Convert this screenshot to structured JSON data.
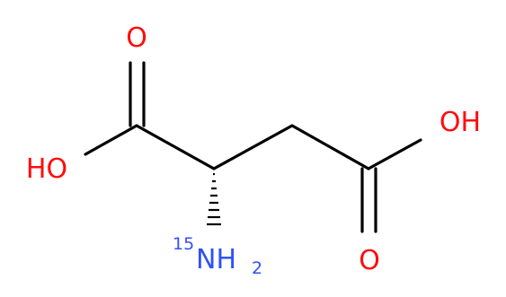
{
  "molecule": {
    "atoms": {
      "o_top": "O",
      "oh_left": "HO",
      "oh_right": "OH",
      "o_bottom": "O",
      "amine_isotope": "15",
      "amine_symbol": "NH",
      "amine_subscript": "2"
    },
    "colors": {
      "bond": "#000000",
      "oxygen": "#ff0d0d",
      "nitrogen": "#3050f8",
      "background": "#ffffff"
    }
  }
}
